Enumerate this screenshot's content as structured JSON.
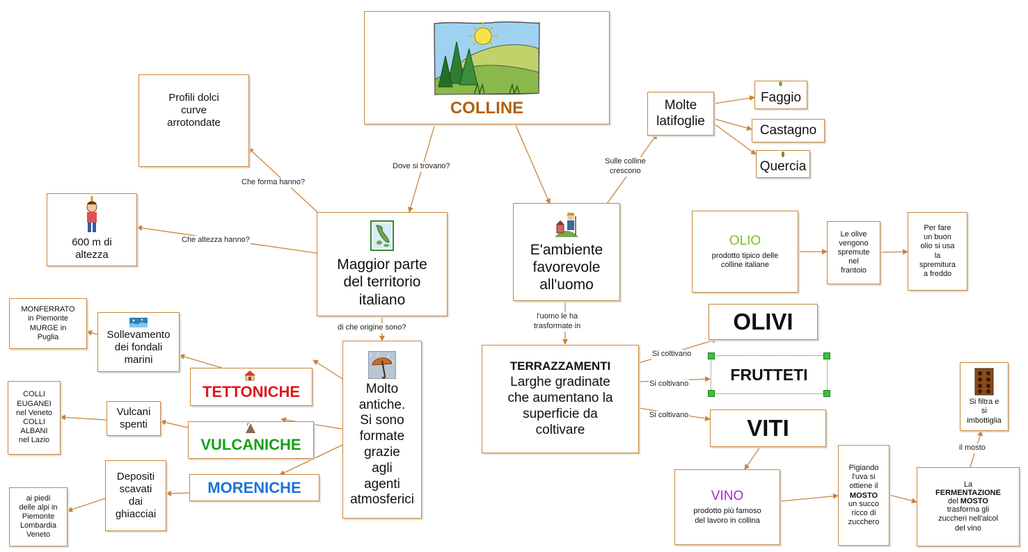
{
  "title": "COLLINE",
  "colors": {
    "line": "#c8843a",
    "title": "#b06010",
    "red": "#e01818",
    "green": "#16a116",
    "blue": "#1a74d6",
    "oil": "#7cbc2c",
    "wine": "#a22cd6",
    "handle": "#39c339"
  },
  "nodes": {
    "profili": "Profili dolci\ncurve\narrotondate",
    "altezza": "600 m di\naltezza",
    "maggior": "Maggior parte\ndel territorio\nitaliano",
    "monferrato": "MONFERRATO\nin Piemonte\nMURGE in\nPuglia",
    "sollevamento": "Sollevamento\ndei fondali\nmarini",
    "tettoniche": "TETTONICHE",
    "colli": "COLLI\nEUGANEI\nnel Veneto\nCOLLI\nALBANI\nnel Lazio",
    "vulcani_spenti": "Vulcani\nspenti",
    "vulcaniche": "VULCANICHE",
    "moreniche": "MORENICHE",
    "depositi": "Depositi\nscavati\ndai\nghiacciai",
    "piedi": "ai piedi\ndelle alpi in\nPiemonte\nLombardia\nVeneto",
    "antiche": "Molto\nantiche.\nSi sono\nformate\ngrazie\nagli\nagenti\natmosferici",
    "ambiente": "E'ambiente\nfavorevole\nall'uomo",
    "latifoglie": "Molte\nlatifoglie",
    "faggio": "Faggio",
    "castagno": "Castagno",
    "quercia": "Quercia",
    "terrazzamenti_title": "TERRAZZAMENTI",
    "terrazzamenti_body": "Larghe gradinate\nche aumentano la\nsuperficie da\ncoltivare",
    "olio_title": "OLIO",
    "olio_body": "prodotto tipico delle\ncolline italiane",
    "olive": "Le olive\nvengono\nspremute\nnel\nfrantoio",
    "per_fare": "Per fare\nun buon\nolio si usa\nla\nspremitura\na freddo",
    "olivi": "OLIVI",
    "frutteti": "FRUTTETI",
    "viti": "VITI",
    "vino_title": "VINO",
    "vino_body": "prodotto più famoso\ndel lavoro in collina",
    "pigiando_pre": "Pigiando\nl'uva si\nottiene il",
    "pigiando_mosto": "MOSTO",
    "pigiando_post": "un succo\nricco di\nzucchero",
    "ferm_la": "La",
    "ferm_title": "FERMENTAZIONE",
    "ferm_del": "del",
    "ferm_mosto": "MOSTO",
    "ferm_post": "trasforma gli\nzuccheri nell'alcol\ndel vino",
    "filtra": "Si filtra e\nsi\nimbottiglia"
  },
  "links": {
    "dove": "Dove si trovano?",
    "forma": "Che forma hanno?",
    "altezza": "Che altezza hanno?",
    "origine": "di che origine sono?",
    "crescono": "Sulle colline\ncrescono",
    "uomo": "l'uomo le ha\ntrasformate in",
    "colt1": "Si coltivano",
    "colt2": "Si coltivano",
    "colt3": "Si coltivano",
    "mosto": "il mosto"
  }
}
